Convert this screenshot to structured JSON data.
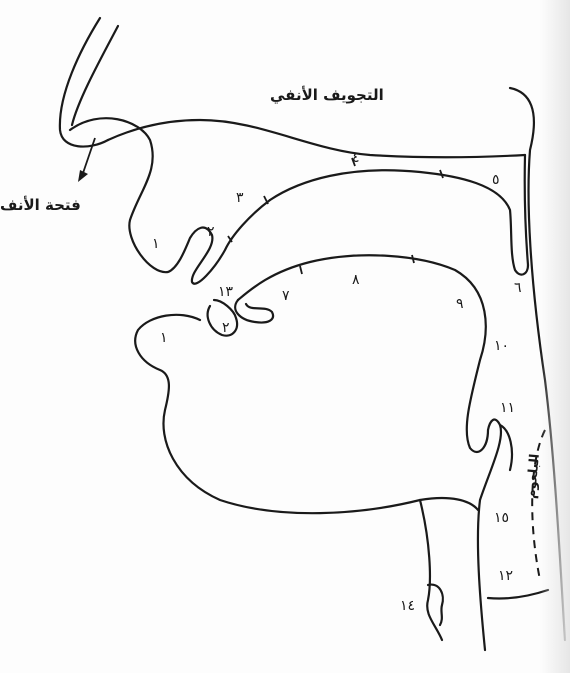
{
  "labels": {
    "nasal_cavity": "التجويف الأنفي",
    "nostril": "فتحة الأنف",
    "pharynx": "البلعوم"
  },
  "numbers": {
    "n1_upper_lip": "١",
    "n2_upper_teeth": "٢",
    "n3_alveolar": "٣",
    "n4_hard_palate": "٤",
    "n5_soft_palate": "٥",
    "n6_uvula": "٦",
    "n7_tongue_tip": "٧",
    "n8_tongue_blade": "٨",
    "n9_tongue_back": "٩",
    "n10_tongue_root": "١٠",
    "n11_epiglottis": "١١",
    "n12_larynx": "١٢",
    "n13_teeth_tip": "١٣",
    "n14_vocal": "١٤",
    "n15_pharynx": "١٥",
    "n1_lower_lip": "١",
    "n2_lower_teeth": "٢"
  },
  "colors": {
    "line": "#1a1a1a",
    "background": "#fdfdfd"
  }
}
